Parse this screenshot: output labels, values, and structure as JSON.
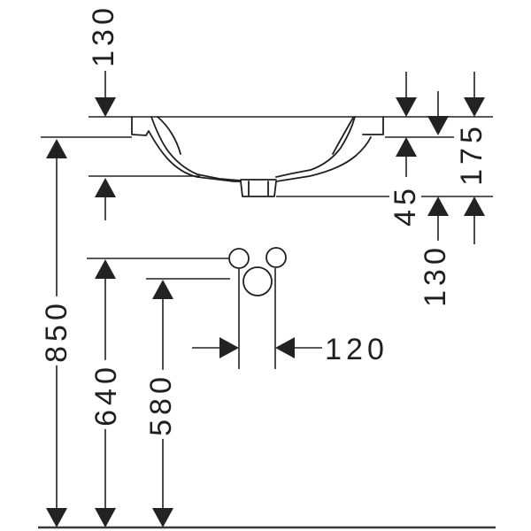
{
  "colors": {
    "ink": "#222222",
    "floor_line": "#3a3a3a",
    "background": "#ffffff"
  },
  "dim_labels": {
    "bowl_depth_130": "130",
    "rim_height_45": "45",
    "apron_height_130": "130",
    "ceramic_height_175": "175",
    "install_height_850": "850",
    "height_640": "640",
    "height_580": "580",
    "hole_spacing_120": "120"
  }
}
